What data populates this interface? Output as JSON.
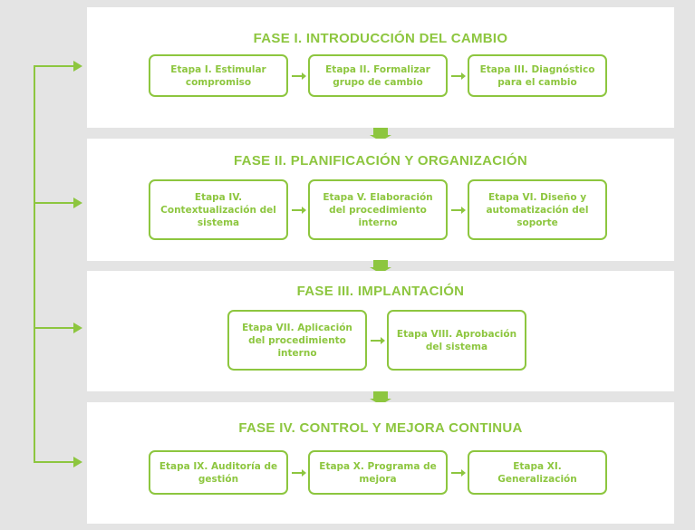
{
  "accent_color": "#8dc63f",
  "phases": [
    {
      "title": "FASE I. INTRODUCCIÓN DEL CAMBIO",
      "stages": [
        "Etapa I. Estimular compromiso",
        "Etapa II. Formalizar grupo de cambio",
        "Etapa III. Diagnóstico para el cambio"
      ]
    },
    {
      "title": "FASE II. PLANIFICACIÓN Y ORGANIZACIÓN",
      "stages": [
        "Etapa IV. Contextualización del sistema",
        "Etapa V. Elaboración del procedimiento interno",
        "Etapa VI. Diseño y automatización del soporte"
      ]
    },
    {
      "title": "FASE III. IMPLANTACIÓN",
      "stages": [
        "Etapa VII. Aplicación del procedimiento interno",
        "Etapa VIII. Aprobación del sistema"
      ]
    },
    {
      "title": "FASE IV. CONTROL Y MEJORA CONTINUA",
      "stages": [
        "Etapa IX. Auditoría de gestión",
        "Etapa X. Programa de mejora",
        "Etapa XI. Generalización"
      ]
    }
  ]
}
